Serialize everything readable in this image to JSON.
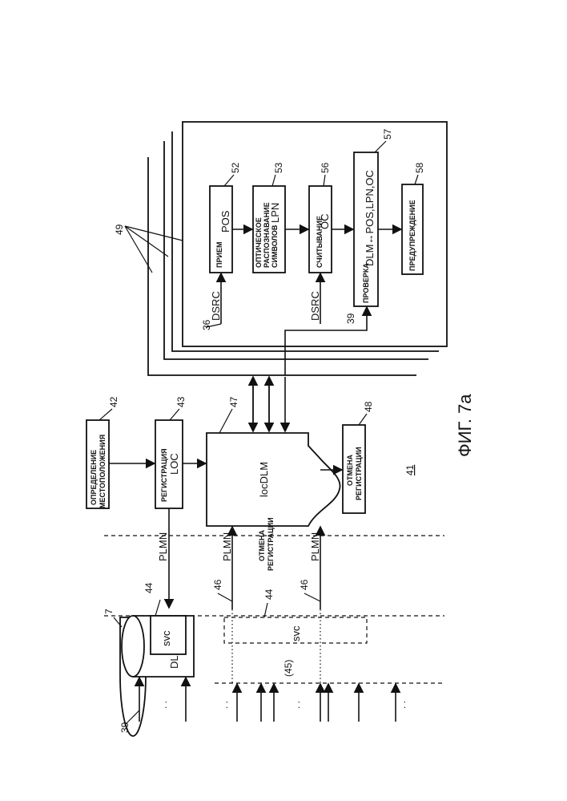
{
  "figure": {
    "caption": "ФИГ. 7а",
    "ref_41": "41"
  },
  "blocks": {
    "opredelenie": {
      "line1": "ОПРЕДЕЛЕНИЕ",
      "line2": "МЕСТОПОЛОЖЕНИЯ",
      "ref": "42"
    },
    "registraciya": {
      "line1": "РЕГИСТРАЦИЯ",
      "line2": "LOC",
      "ref": "43"
    },
    "locdlm": {
      "label": "locDLM",
      "ref": "47"
    },
    "otmena": {
      "line1": "ОТМЕНА",
      "line2": "РЕГИСТРАЦИИ",
      "ref": "48"
    },
    "priem": {
      "line1": "ПРИЕМ",
      "line2": "POS",
      "ref": "52"
    },
    "ocr": {
      "line1": "ОПТИЧЕСКОЕ",
      "line2": "РАСПОЗНАВАНИЕ",
      "line3": "СИМВОЛОВ",
      "line4": "LPN",
      "ref": "53"
    },
    "schityvanie": {
      "line1": "СЧИТЫВАНИЕ",
      "line2": "OC",
      "ref": "56"
    },
    "proverka": {
      "line1": "ПРОВЕРКА",
      "line2": "DLM↔POS,LPN,OC",
      "ref": "57"
    },
    "preduprezhdenie": {
      "line1": "ПРЕДУПРЕЖДЕНИЕ",
      "ref": "58"
    },
    "dlm": {
      "label": "DLM",
      "ref": "7"
    },
    "svc_small": {
      "label": "svc",
      "ref": "44"
    },
    "svc_dashed": {
      "label": "svc",
      "ref": "44"
    }
  },
  "labels": {
    "plmn_top": "PLMN",
    "plmn_mid": "PLMN",
    "plmn_bot": "PLMN",
    "otmena_reg_line1": "ОТМЕНА",
    "otmena_reg_line2": "РЕГИСТРАЦИИ",
    "dsrc_top": "DSRC",
    "dsrc_bot": "DSRC",
    "ref_36": "36",
    "ref_39_inner": "39",
    "ref_39_outer": "39",
    "ref_46_a": "46",
    "ref_46_b": "46",
    "ref_45": "(45)",
    "ref_49": "49",
    "dots": ". ."
  }
}
